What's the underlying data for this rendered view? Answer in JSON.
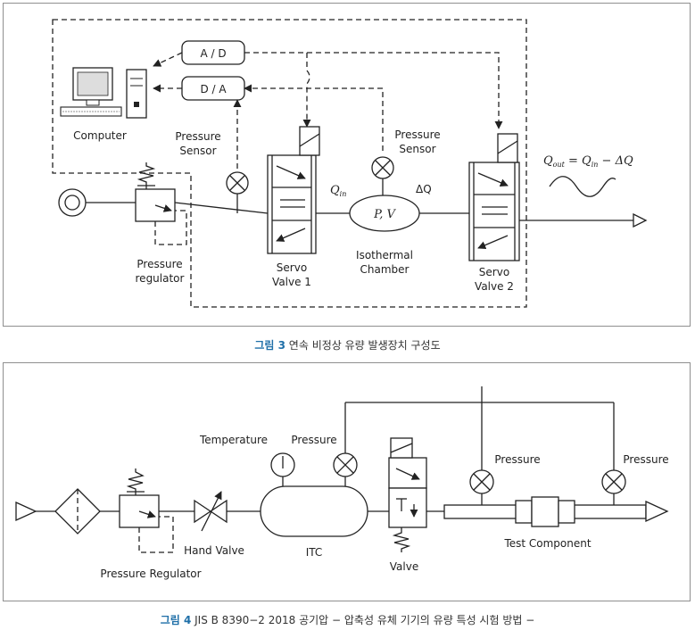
{
  "figure3": {
    "labels": {
      "ad": "A / D",
      "da": "D / A",
      "computer": "Computer",
      "pressure_sensor_1_line1": "Pressure",
      "pressure_sensor_1_line2": "Sensor",
      "pressure_sensor_2_line1": "Pressure",
      "pressure_sensor_2_line2": "Sensor",
      "pressure_regulator_line1": "Pressure",
      "pressure_regulator_line2": "regulator",
      "servo1_line1": "Servo",
      "servo1_line2": "Valve 1",
      "servo2_line1": "Servo",
      "servo2_line2": "Valve 2",
      "chamber_inside": "P, V",
      "chamber_line1": "Isothermal",
      "chamber_line2": "Chamber",
      "q_in": "Q",
      "q_in_sub": "in",
      "delta_q": "ΔQ",
      "eq_q": "Q",
      "eq_out_sub": "out",
      "eq_mid": " = Q",
      "eq_in_sub": "in",
      "eq_end": " − ΔQ"
    },
    "caption_num": "그림 3",
    "caption_text": " 연속 비정상 유량 발생장치 구성도"
  },
  "figure4": {
    "labels": {
      "temperature": "Temperature",
      "pressure_1": "Pressure",
      "pressure_2": "Pressure",
      "pressure_3": "Pressure",
      "hand_valve": "Hand Valve",
      "pressure_regulator": "Pressure Regulator",
      "itc": "ITC",
      "valve": "Valve",
      "test_component": "Test Component"
    },
    "caption_num": "그림 4",
    "caption_text": " JIS B 8390−2 2018 공기압 − 압축성 유체 기기의 유량 특성 시험 방법 −"
  }
}
